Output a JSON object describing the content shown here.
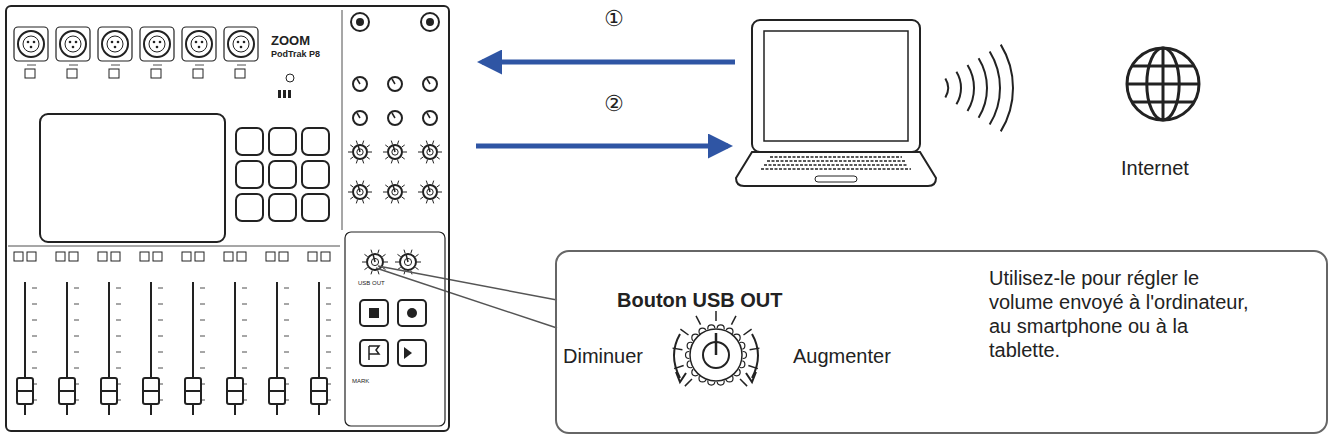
{
  "diagram": {
    "nodes": [
      {
        "text": [
          "ZOOM",
          "PodTrak P8"
        ]
      },
      {
        "text": [
          "Bouton USB OUT",
          "Diminuer",
          "Augmenter",
          "Utilisez-le pour régler le volume envoyé à l'ordinateur, au smartphone ou à la tablette."
        ]
      }
    ],
    "labels": [
      "①",
      "②",
      "Internet",
      "USB OUT",
      "MARK"
    ]
  }
}
